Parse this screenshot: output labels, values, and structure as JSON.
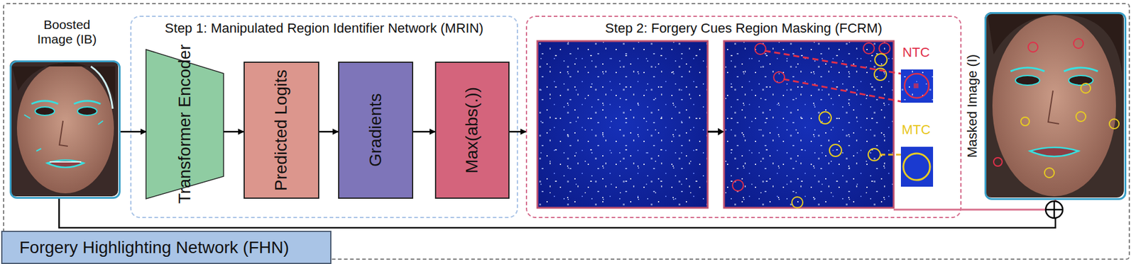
{
  "diagram": {
    "nodes": [
      {
        "text": [
          "Forgery Highlighting Network (FHN)"
        ]
      },
      {
        "text": [
          "Boosted Image (IB)"
        ],
        "in": 0
      },
      {
        "text": [
          "Step 1: Manipulated Region Identifier Network (MRIN)"
        ],
        "in": 0
      },
      {
        "text": [
          "Transformer Encoder"
        ],
        "in": 2
      },
      {
        "text": [
          "Predicted Logits"
        ],
        "in": 2
      },
      {
        "text": [
          "Gradients"
        ],
        "in": 2
      },
      {
        "text": [
          "Max(abs(.))"
        ],
        "in": 2
      },
      {
        "text": [
          "Step 2: Forgery Cues Region Masking (FCRM)"
        ],
        "in": 0
      },
      {
        "text": [
          "Masked Image (I)"
        ],
        "in": 0
      }
    ],
    "edges": [
      {
        "from": 1,
        "to": 3,
        "arrow": "to"
      },
      {
        "from": 3,
        "to": 4,
        "arrow": "to"
      },
      {
        "from": 4,
        "to": 5,
        "arrow": "to"
      },
      {
        "from": 5,
        "to": 6,
        "arrow": "to"
      },
      {
        "from": 6,
        "to": 7,
        "arrow": "to"
      },
      {
        "from": 1,
        "to": 8,
        "arrow": "to"
      },
      {
        "from": 7,
        "to": 8,
        "arrow": "to"
      }
    ],
    "labels": [
      "NTC",
      "MTC"
    ]
  }
}
